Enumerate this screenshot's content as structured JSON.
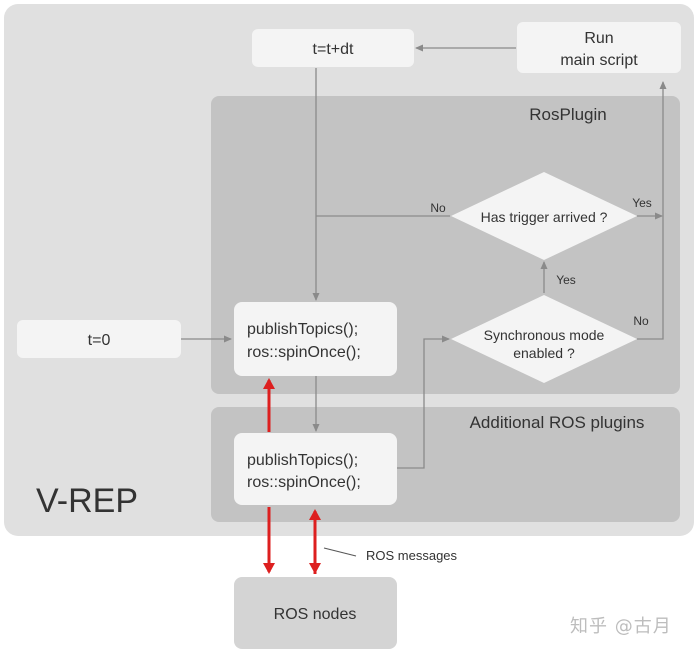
{
  "vrep": {
    "label": "V-REP",
    "run_box": {
      "line1": "Run",
      "line2": "main script"
    },
    "time_step_box": "t=t+dt",
    "init_box": "t=0"
  },
  "rosplugin": {
    "label": "RosPlugin",
    "process_box": {
      "line1": "publishTopics();",
      "line2": "ros::spinOnce();"
    },
    "trigger_decision": {
      "text": "Has trigger arrived ?",
      "no_label": "No",
      "yes_label": "Yes"
    },
    "sync_decision": {
      "line1": "Synchronous mode",
      "line2": "enabled ?",
      "yes_label": "Yes",
      "no_label": "No"
    }
  },
  "additional": {
    "label": "Additional ROS plugins",
    "process_box": {
      "line1": "publishTopics();",
      "line2": "ros::spinOnce();"
    }
  },
  "ros_nodes_box": "ROS nodes",
  "ros_messages_label": "ROS messages",
  "watermark": "知乎 @古月",
  "colors": {
    "outer_panel": "#e0e0e0",
    "plugin_panel": "#c3c3c3",
    "box_fill": "#f4f4f4",
    "connector": "#8a8a8a",
    "ros_arrow": "#dd1f1f"
  }
}
